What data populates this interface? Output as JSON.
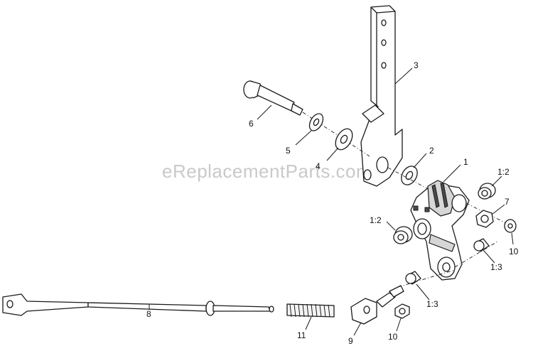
{
  "watermark": "eReplacementParts.com",
  "callouts": [
    {
      "id": "c1",
      "label": "1"
    },
    {
      "id": "c2",
      "label": "2"
    },
    {
      "id": "c3",
      "label": "3"
    },
    {
      "id": "c4",
      "label": "4"
    },
    {
      "id": "c5",
      "label": "5"
    },
    {
      "id": "c6",
      "label": "6"
    },
    {
      "id": "c7",
      "label": "7"
    },
    {
      "id": "c8",
      "label": "8"
    },
    {
      "id": "c9",
      "label": "9"
    },
    {
      "id": "c10a",
      "label": "10"
    },
    {
      "id": "c10b",
      "label": "10"
    },
    {
      "id": "c11",
      "label": "11"
    },
    {
      "id": "c12a",
      "label": "1:2"
    },
    {
      "id": "c12b",
      "label": "1:2"
    },
    {
      "id": "c13a",
      "label": "1:3"
    },
    {
      "id": "c13b",
      "label": "1:3"
    }
  ]
}
